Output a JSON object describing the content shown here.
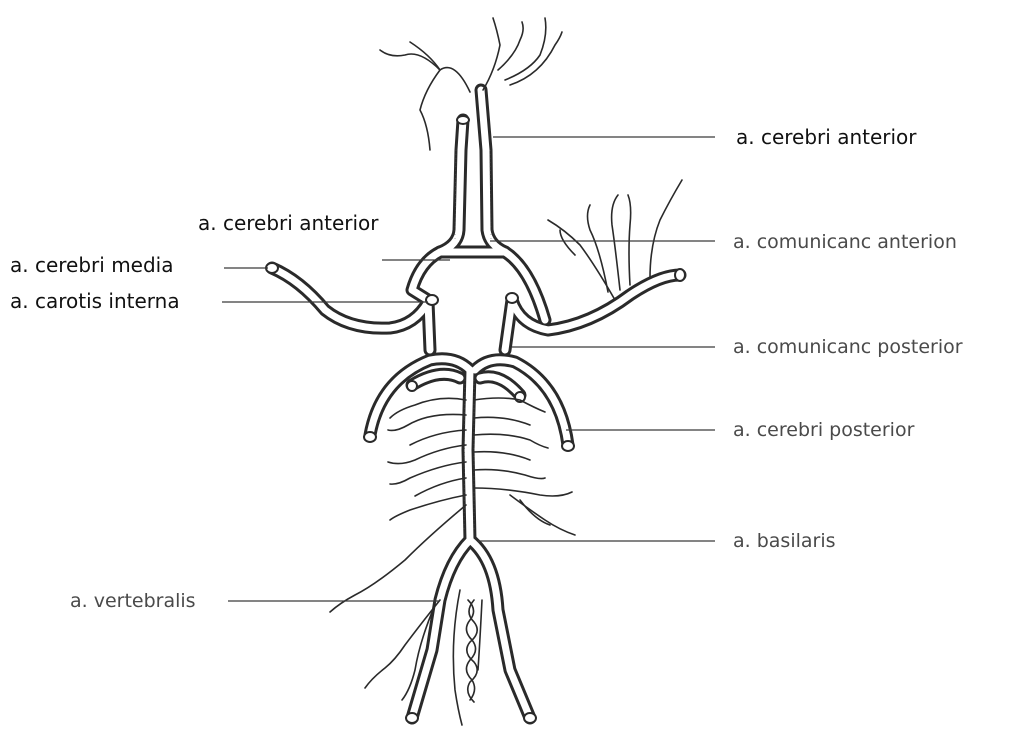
{
  "labels": {
    "cerebri_anterior_right": "a. cerebri anterior",
    "cerebri_anterior_left": "a. cerebri anterior",
    "cerebri_media": "a. cerebri media",
    "carotis_interna": "a. carotis interna",
    "comunicanc_anterion": "a. comunicanc anterion",
    "comunicanc_posterior": "a. comunicanc posterior",
    "cerebri_posterior": "a. cerebri posterior",
    "basilaris": "a. basilaris",
    "vertebralis": "a. vertebralis"
  },
  "colors": {
    "ink": "#2a2a2a",
    "label_dark": "#111111",
    "label_grey": "#4a4a4a"
  }
}
